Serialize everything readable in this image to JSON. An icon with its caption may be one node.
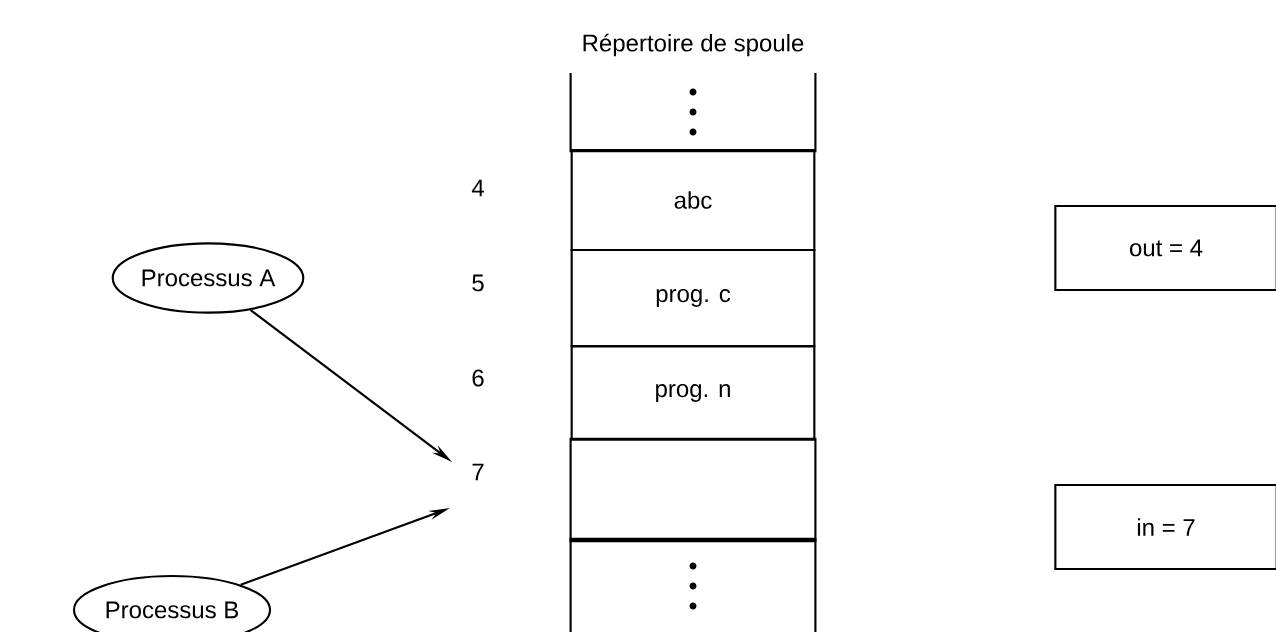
{
  "diagram": {
    "title": "Répertoire de spoule",
    "nodes": [
      {
        "text": [],
        "shape": "box"
      },
      {
        "text": [
          "abc"
        ]
      },
      {
        "text": [
          "prog. c"
        ]
      },
      {
        "text": [
          "prog. n"
        ]
      },
      {
        "text": [],
        "shape": "box"
      },
      {
        "text": [],
        "shape": "box"
      },
      {
        "text": [
          "out = 4"
        ]
      },
      {
        "text": [
          "in = 7"
        ]
      },
      {
        "text": [
          "Processus A"
        ]
      },
      {
        "text": [
          "Processus B"
        ]
      }
    ],
    "edges": [
      {
        "from": 8,
        "to": null,
        "arrow": "to"
      },
      {
        "from": 9,
        "to": null,
        "arrow": "to"
      }
    ],
    "labels": [
      "4",
      "5",
      "6",
      "7"
    ]
  }
}
